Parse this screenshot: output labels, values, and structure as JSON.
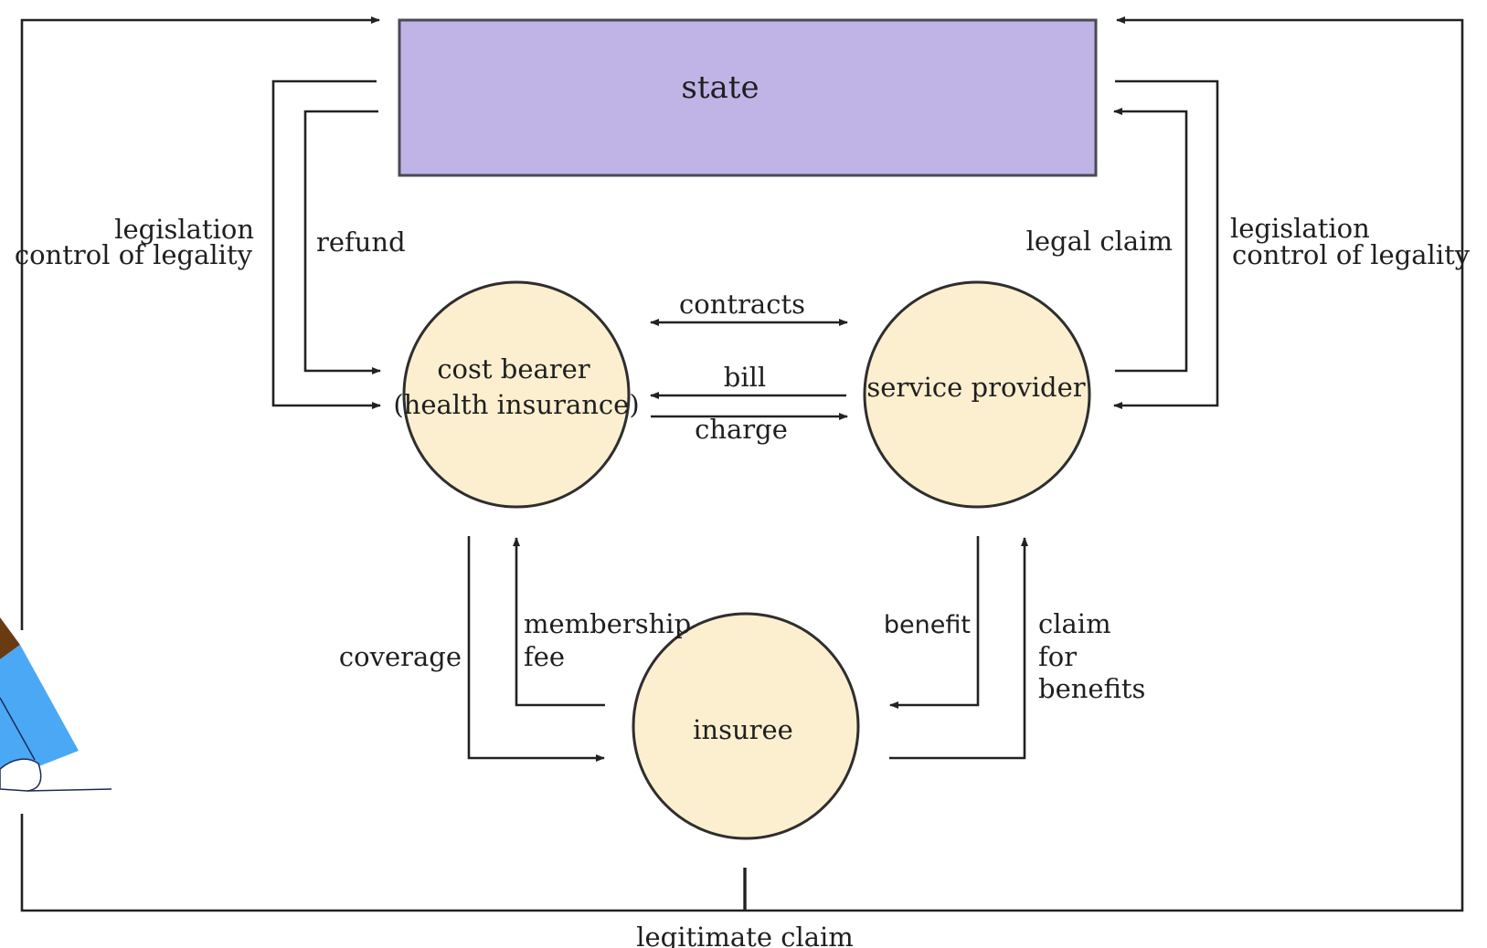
{
  "nodes": {
    "state": "state",
    "cost_bearer": [
      "cost bearer",
      "(health insurance)"
    ],
    "service_provider": "service provider",
    "insuree": "insuree"
  },
  "edges": {
    "legislation_left": [
      "legislation",
      "control of legality"
    ],
    "refund": "refund",
    "legal_claim": "legal claim",
    "legislation_right": [
      "legislation",
      "control of legality"
    ],
    "contracts": "contracts",
    "bill": "bill",
    "charge": "charge",
    "coverage": "coverage",
    "membership_fee": [
      "membership",
      "fee"
    ],
    "benefit": "benefit",
    "claim_for_benefits": [
      "claim",
      "for",
      "benefits"
    ],
    "legitimate_claim": "legitimate claim"
  },
  "colors": {
    "state_fill": "#c0b4e6",
    "circle_fill": "#fbefcf",
    "logo_blue": "#4aa8f5",
    "logo_brown": "#6a3a12"
  },
  "icons": {
    "corner_logo": "pencil-icon"
  }
}
